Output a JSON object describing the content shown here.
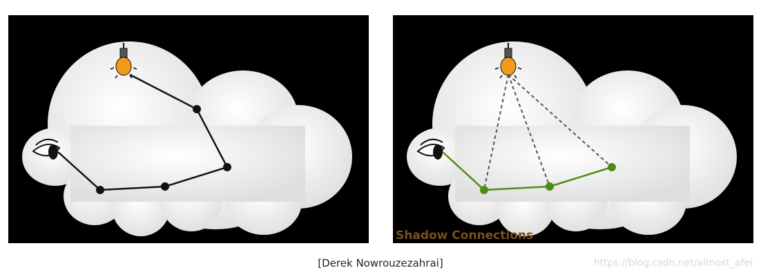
{
  "panels": [
    {
      "id": "left",
      "title": ""
    },
    {
      "id": "right",
      "title": "Shadow Connections"
    }
  ],
  "caption": "[Derek Nowrouzezahrai]",
  "watermark": "https://blog.csdn.net/almost_afei",
  "colors": {
    "background": "#000000",
    "cloud": "#f2f2f2",
    "bulb": "#f39a1c",
    "path_dark": "#111111",
    "path_green": "#4c8c12",
    "shadow_ray": "#555555",
    "title": "#7a4f1e"
  },
  "icons": [
    "eye-icon",
    "light-bulb-icon"
  ]
}
